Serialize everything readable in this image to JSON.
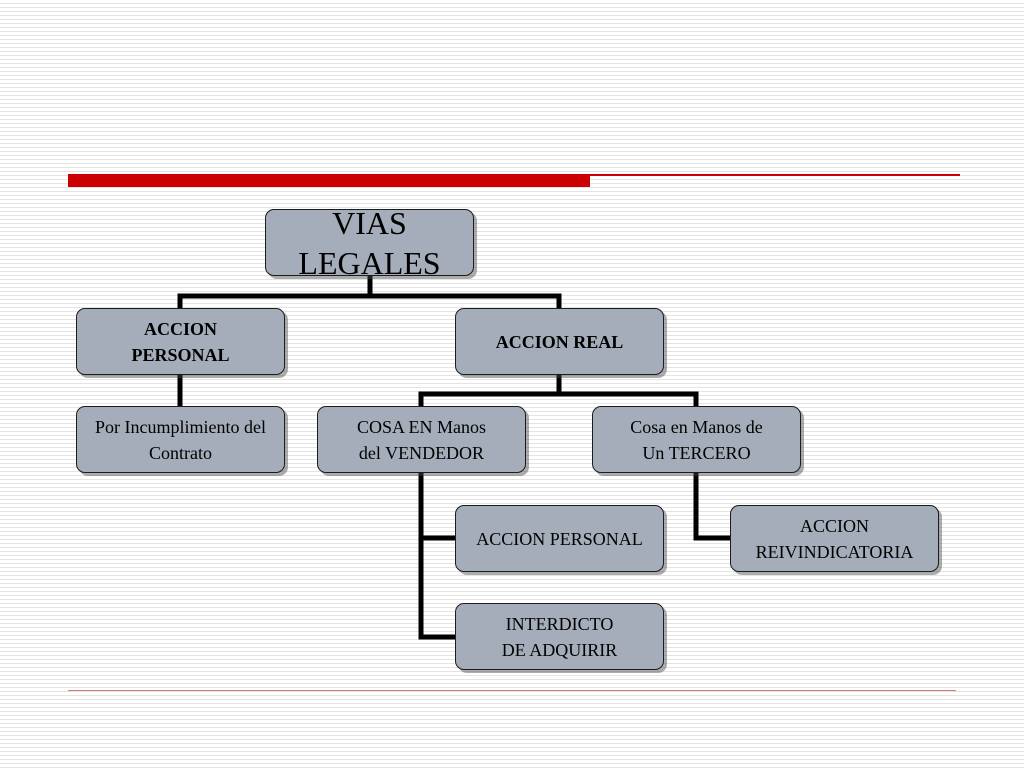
{
  "slide": {
    "accent_color": "#cc0000",
    "node_fill": "#a4adb9",
    "connector_color": "#000000"
  },
  "diagram": {
    "root": "VIAS\nLEGALES",
    "accion_personal": "ACCION\nPERSONAL",
    "accion_real": "ACCION REAL",
    "incumplimiento": "Por Incumplimiento del\nContrato",
    "cosa_vendedor": "COSA EN Manos\ndel VENDEDOR",
    "cosa_tercero": "Cosa en Manos de\nUn TERCERO",
    "accion_personal_2": "ACCION PERSONAL",
    "accion_reivindicatoria": "ACCION\nREIVINDICATORIA",
    "interdicto": "INTERDICTO\nDE ADQUIRIR"
  }
}
